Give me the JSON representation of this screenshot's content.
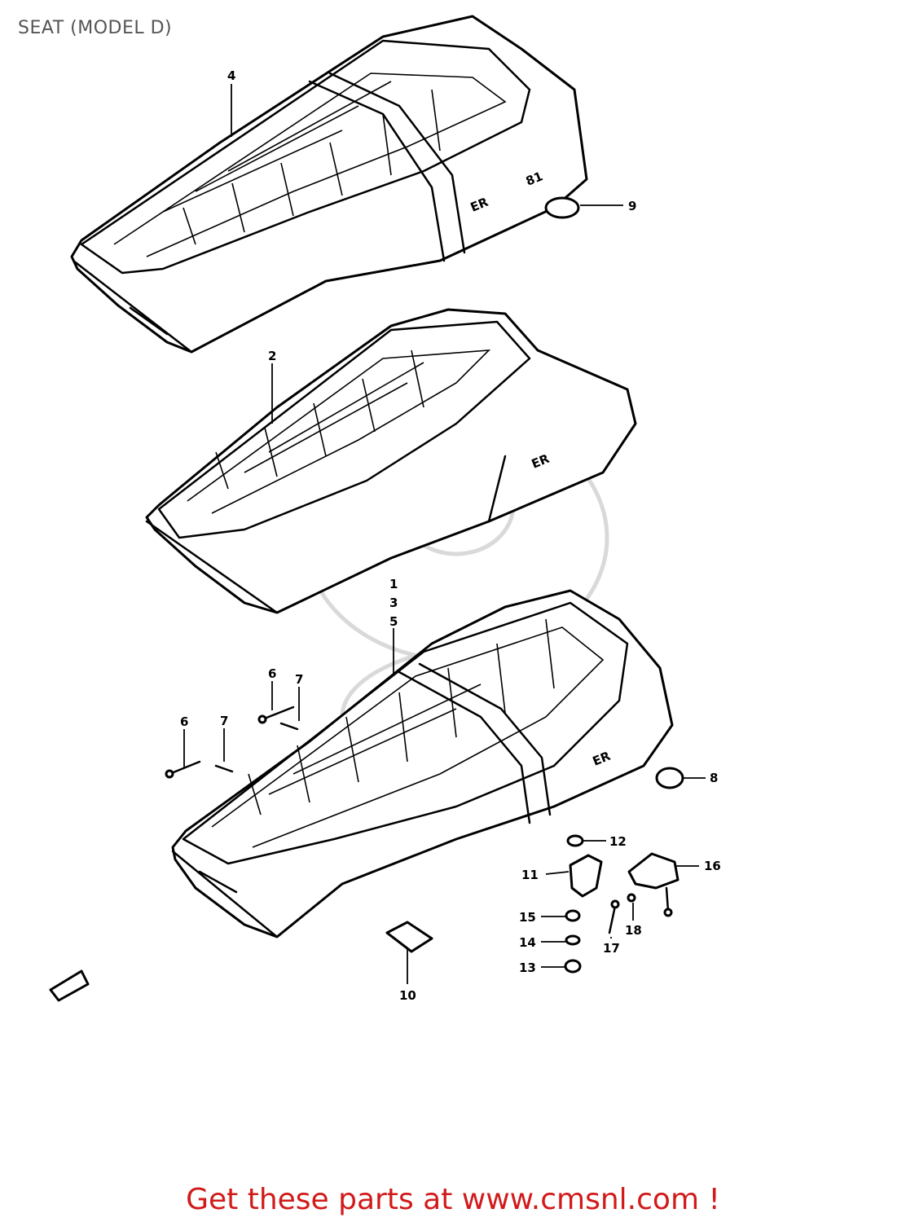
{
  "title": "SEAT (MODEL D)",
  "footer_link": "Get these parts at www.cmsnl.com !",
  "seat_logo_top": "ER",
  "seat_logo_top_suffix": "81",
  "seat_logo_mid": "ER",
  "seat_logo_bottom": "ER",
  "callouts": [
    "4",
    "2",
    "9",
    "1",
    "3",
    "5",
    "6",
    "7",
    "6",
    "7",
    "8",
    "12",
    "11",
    "16",
    "15",
    "14",
    "13",
    "17",
    "18",
    "10"
  ]
}
